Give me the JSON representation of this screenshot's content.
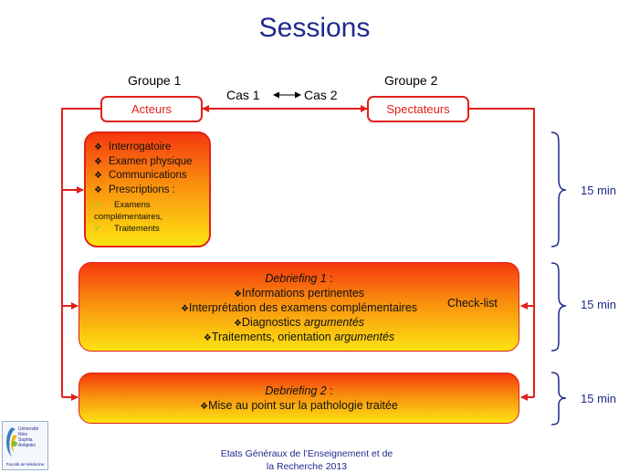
{
  "title": "Sessions",
  "groups": {
    "group1_label": "Groupe  1",
    "group2_label": "Groupe  2",
    "actors": "Acteurs",
    "spectators": "Spectateurs",
    "case1": "Cas 1",
    "case2": "Cas 2"
  },
  "box1": {
    "items": [
      "Interrogatoire",
      "Examen physique",
      "Communications",
      "Prescriptions :"
    ],
    "sub1": "Examens",
    "sub1b": "complémentaires,",
    "sub2": "Traitements"
  },
  "box2": {
    "heading": "Debriefing 1",
    "heading_suffix": " :",
    "lines": [
      "Informations pertinentes",
      "Interprétation des examens complémentaires"
    ],
    "line3_a": "Diagnostics ",
    "line3_b": "argumentés",
    "line4_a": "Traitements, orientation ",
    "line4_b": "argumentés",
    "checklist": "Check-list"
  },
  "box3": {
    "heading": "Debriefing 2",
    "heading_suffix": " :",
    "line": "Mise au point sur la pathologie traitée"
  },
  "times": [
    "15 min",
    "15 min",
    "15 min"
  ],
  "footer": {
    "line1": "Etats Généraux de l’Enseignement et de",
    "line2": "la Recherche 2013"
  },
  "logo": {
    "line1": "Université",
    "line2": "Nice",
    "line3": "Sophia Antipolis",
    "faculty": "Faculté de Médecine"
  },
  "colors": {
    "title": "#1f2a8c",
    "arrow": "#e0201b",
    "time": "#1f2a8c",
    "grad_top": "#f5380e",
    "grad_bottom": "#fde312"
  }
}
